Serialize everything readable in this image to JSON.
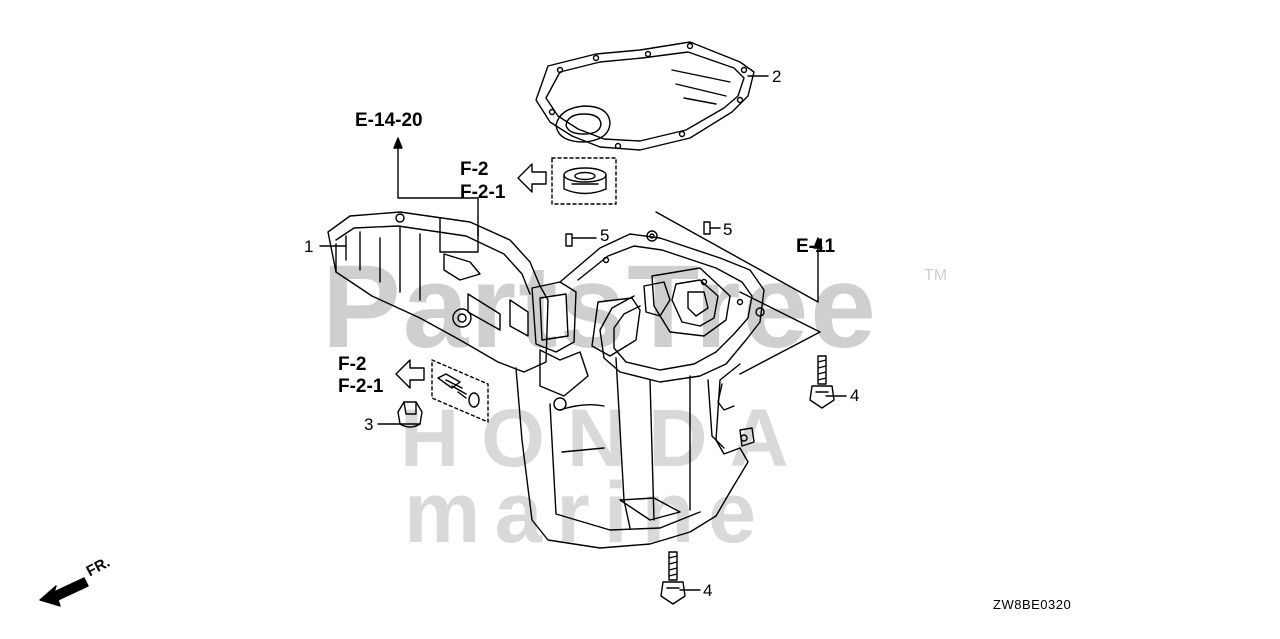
{
  "diagram": {
    "refs": {
      "e1420": "E-14-20",
      "e11": "E-11",
      "f2_top": "F-2",
      "f21_top": "F-2-1",
      "f2_left": "F-2",
      "f21_left": "F-2-1"
    },
    "callouts": {
      "c1": "1",
      "c2": "2",
      "c3": "3",
      "c4_right": "4",
      "c4_bottom": "4",
      "c5_left": "5",
      "c5_right": "5"
    },
    "direction_label": "FR.",
    "diagram_code": "ZW8BE0320"
  },
  "watermark": {
    "brand": "PartsTree",
    "tm": "TM",
    "line1": "HONDA",
    "line2": "marine"
  },
  "colors": {
    "line": "#000000",
    "watermark": "#cfcfcf",
    "background": "#ffffff"
  }
}
